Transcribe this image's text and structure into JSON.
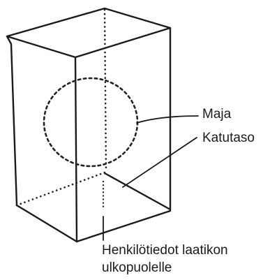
{
  "diagram": {
    "labels": {
      "maja": "Maja",
      "katutaso": "Katutaso",
      "henkilotiedot_line1": "Henkilötiedot laatikon",
      "henkilotiedot_line2": "ulkopuolelle"
    }
  }
}
